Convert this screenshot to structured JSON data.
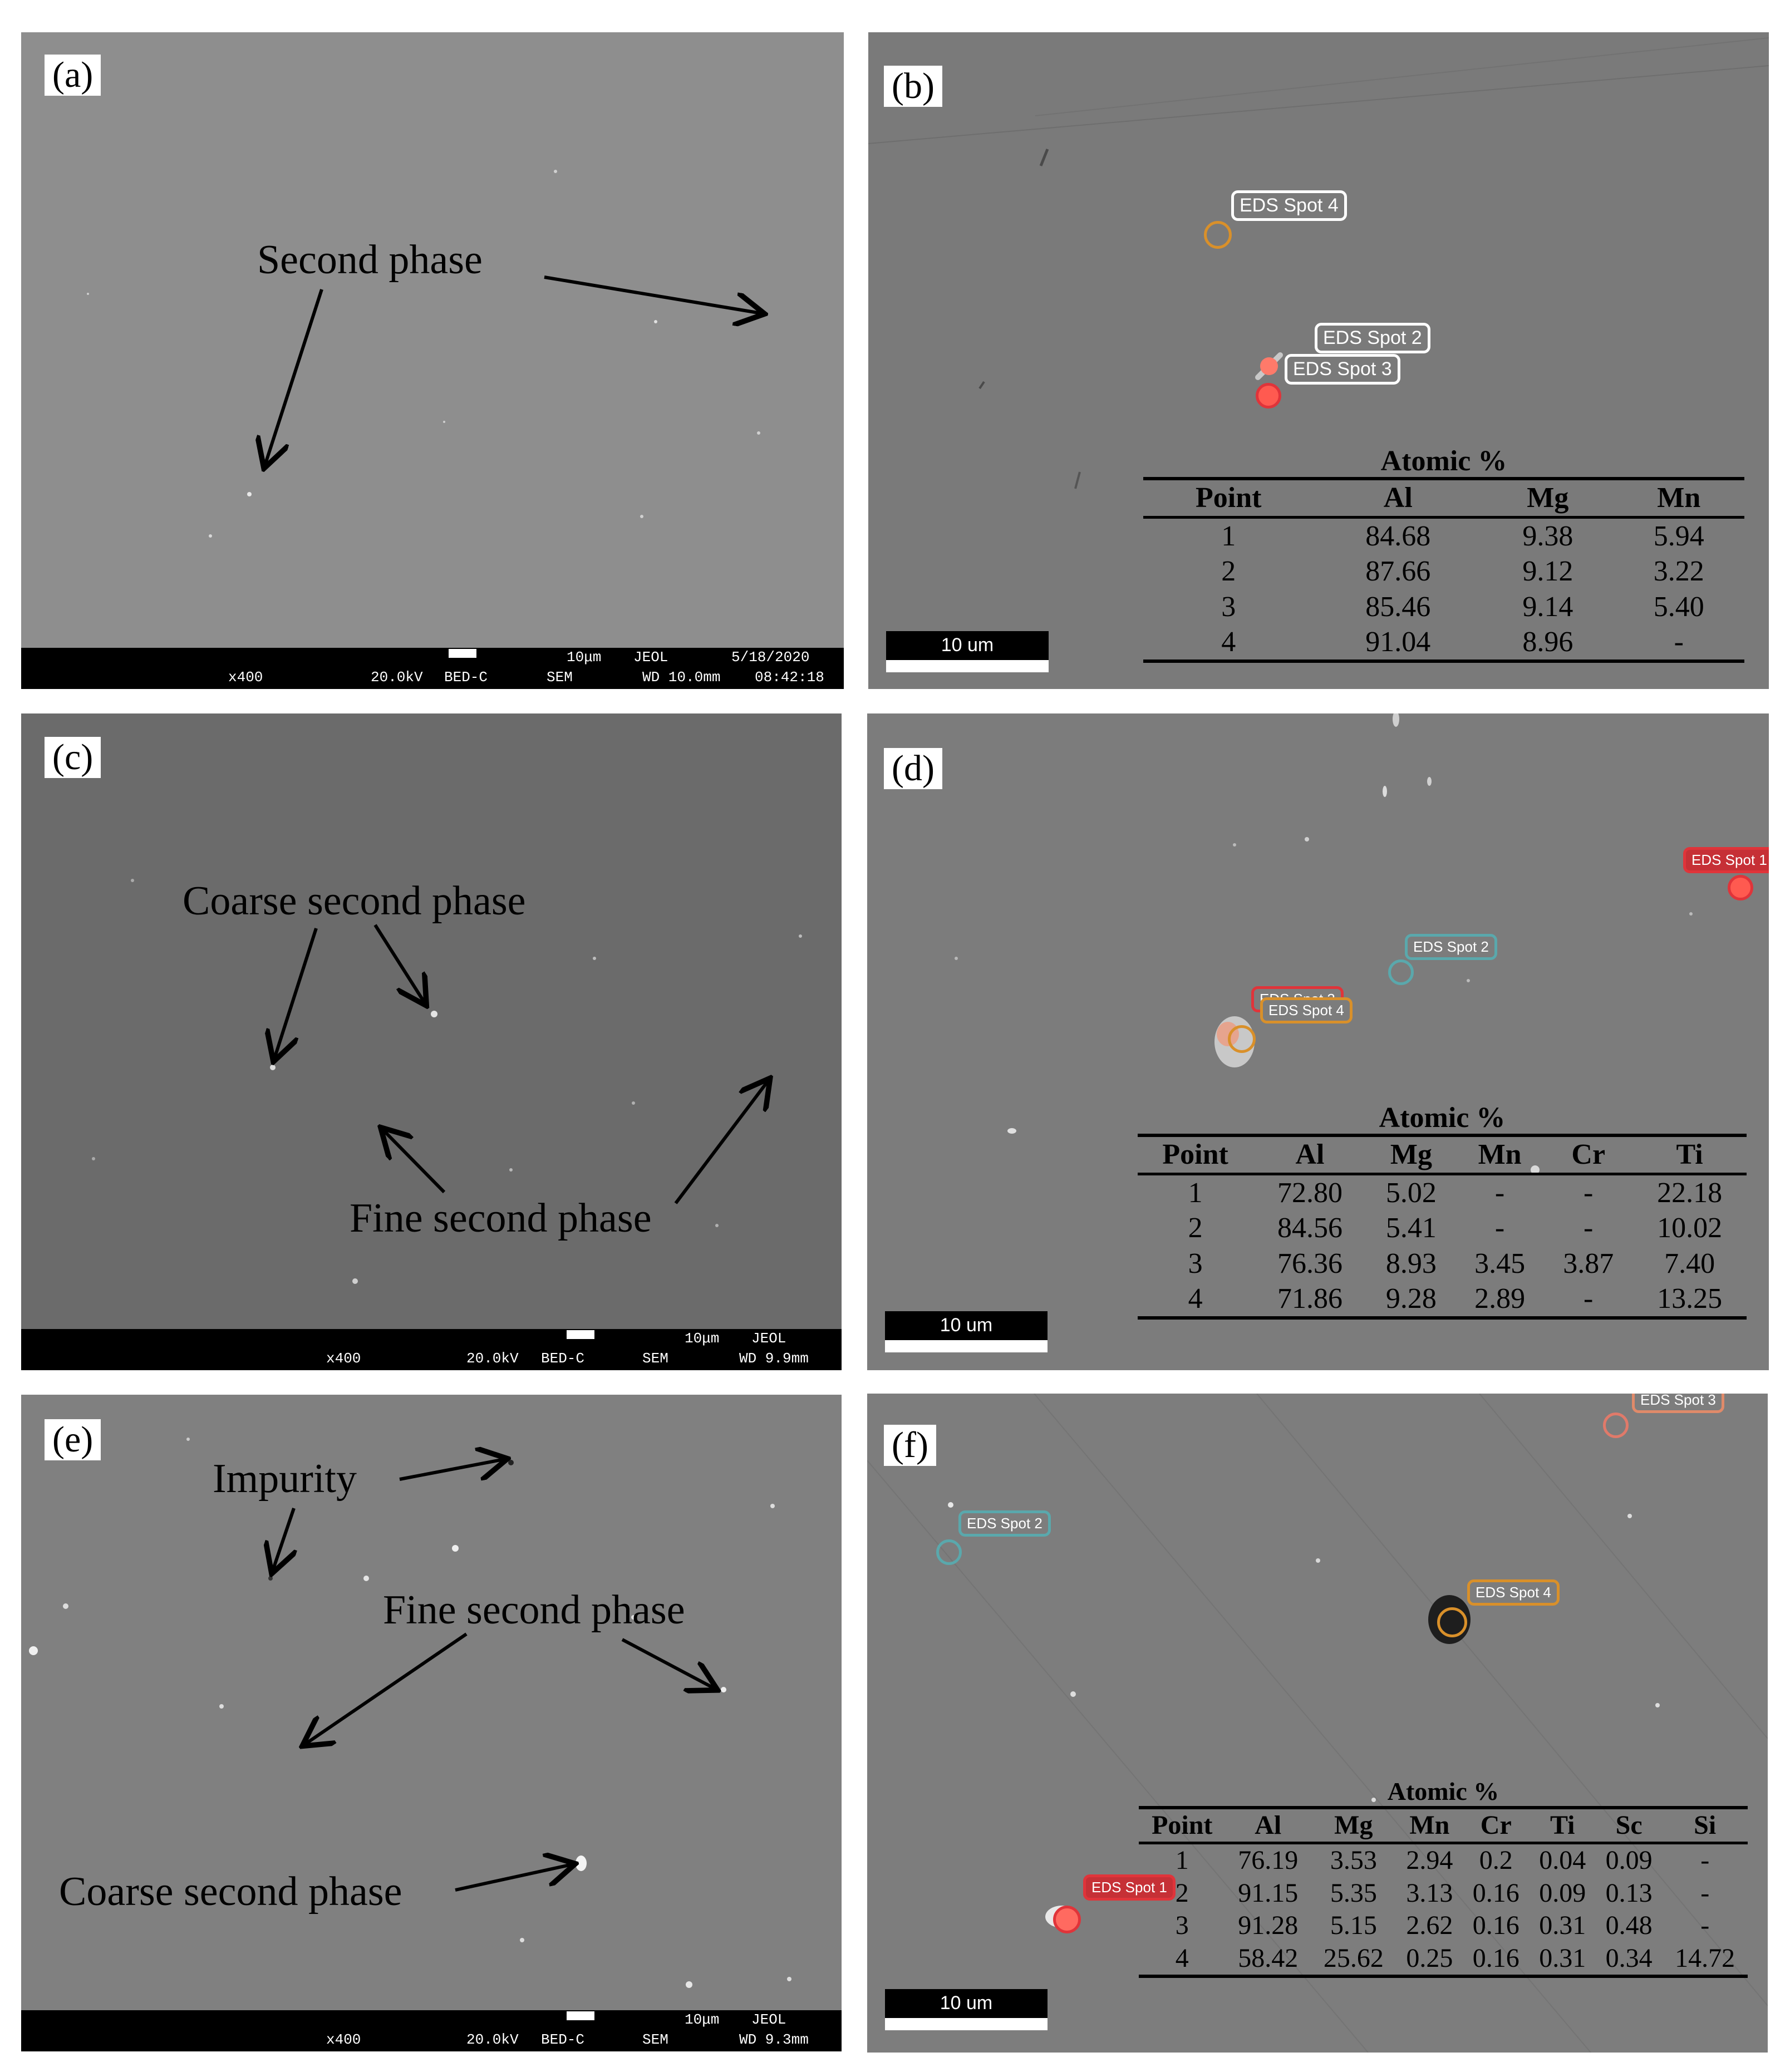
{
  "panels": {
    "a": {
      "label": "(a)",
      "annotations": {
        "second_phase": "Second phase"
      },
      "sem_bar": {
        "scale": "10μm",
        "brand": "JEOL",
        "date": "5/18/2020",
        "mag": "x400",
        "kv": "20.0kV",
        "detector": "BED-C",
        "mode": "SEM",
        "wd": "WD 10.0mm",
        "time": "08:42:18"
      }
    },
    "b": {
      "label": "(b)",
      "scale": "10 um",
      "eds": [
        "EDS Spot 4",
        "EDS Spot 2",
        "EDS Spot 3"
      ],
      "table": {
        "caption": "Atomic %",
        "headers": [
          "Point",
          "Al",
          "Mg",
          "Mn"
        ],
        "rows": [
          [
            "1",
            "84.68",
            "9.38",
            "5.94"
          ],
          [
            "2",
            "87.66",
            "9.12",
            "3.22"
          ],
          [
            "3",
            "85.46",
            "9.14",
            "5.40"
          ],
          [
            "4",
            "91.04",
            "8.96",
            "-"
          ]
        ]
      }
    },
    "c": {
      "label": "(c)",
      "annotations": {
        "coarse": "Coarse second phase",
        "fine": "Fine second phase"
      },
      "sem_bar": {
        "scale": "10μm",
        "brand": "JEOL",
        "mag": "x400",
        "kv": "20.0kV",
        "detector": "BED-C",
        "mode": "SEM",
        "wd": "WD 9.9mm"
      }
    },
    "d": {
      "label": "(d)",
      "scale": "10 um",
      "eds": [
        "EDS Spot 1",
        "EDS Spot 2",
        "EDS Spot 3",
        "EDS Spot 4"
      ],
      "table": {
        "caption": "Atomic %",
        "headers": [
          "Point",
          "Al",
          "Mg",
          "Mn",
          "Cr",
          "Ti"
        ],
        "rows": [
          [
            "1",
            "72.80",
            "5.02",
            "-",
            "-",
            "22.18"
          ],
          [
            "2",
            "84.56",
            "5.41",
            "-",
            "-",
            "10.02"
          ],
          [
            "3",
            "76.36",
            "8.93",
            "3.45",
            "3.87",
            "7.40"
          ],
          [
            "4",
            "71.86",
            "9.28",
            "2.89",
            "-",
            "13.25"
          ]
        ]
      }
    },
    "e": {
      "label": "(e)",
      "annotations": {
        "impurity": "Impurity",
        "fine": "Fine second phase",
        "coarse": "Coarse second phase"
      },
      "sem_bar": {
        "scale": "10μm",
        "brand": "JEOL",
        "mag": "x400",
        "kv": "20.0kV",
        "detector": "BED-C",
        "mode": "SEM",
        "wd": "WD 9.3mm"
      }
    },
    "f": {
      "label": "(f)",
      "scale": "10 um",
      "eds": [
        "EDS Spot 3",
        "EDS Spot 2",
        "EDS Spot 4",
        "EDS Spot 1"
      ],
      "table": {
        "caption": "Atomic %",
        "headers": [
          "Point",
          "Al",
          "Mg",
          "Mn",
          "Cr",
          "Ti",
          "Sc",
          "Si"
        ],
        "rows": [
          [
            "1",
            "76.19",
            "3.53",
            "2.94",
            "0.2",
            "0.04",
            "0.09",
            "-"
          ],
          [
            "2",
            "91.15",
            "5.35",
            "3.13",
            "0.16",
            "0.09",
            "0.13",
            "-"
          ],
          [
            "3",
            "91.28",
            "5.15",
            "2.62",
            "0.16",
            "0.31",
            "0.48",
            "-"
          ],
          [
            "4",
            "58.42",
            "25.62",
            "0.25",
            "0.16",
            "0.31",
            "0.34",
            "14.72"
          ]
        ]
      }
    }
  },
  "colors": {
    "panel_a_bg": "#8e8e8e",
    "panel_b_bg": "#7a7a7a",
    "panel_c_bg": "#6b6b6b",
    "panel_d_bg": "#7c7c7c",
    "panel_e_bg": "#808080",
    "panel_f_bg": "#7d7d7d",
    "eds_white": "#ffffff",
    "eds_red": "#e0343a",
    "eds_orange": "#d9902a",
    "eds_teal": "#5aa8ac"
  }
}
